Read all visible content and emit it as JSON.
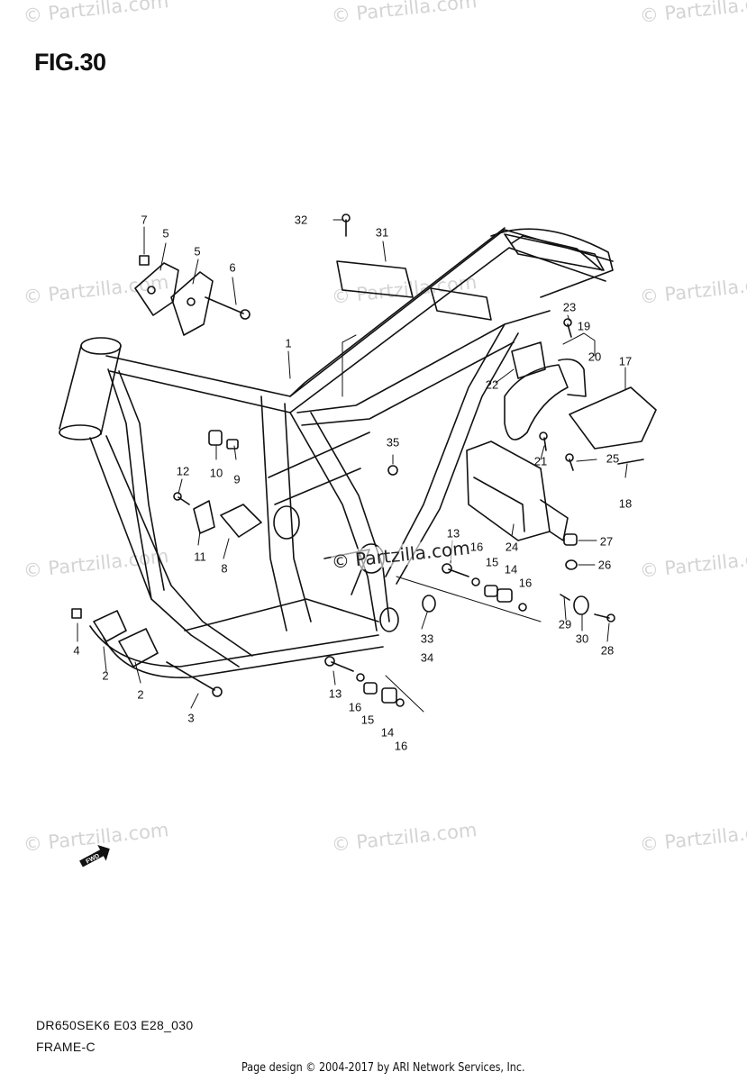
{
  "figure": {
    "title": "FIG.30"
  },
  "watermark": {
    "text": "© Partzilla.com"
  },
  "center_watermark": {
    "text": "© Partzilla.com"
  },
  "callouts": {
    "c1": "1",
    "c2a": "2",
    "c2b": "2",
    "c3": "3",
    "c4": "4",
    "c5a": "5",
    "c5b": "5",
    "c6": "6",
    "c7": "7",
    "c8": "8",
    "c9": "9",
    "c10": "10",
    "c11": "11",
    "c12": "12",
    "c13a": "13",
    "c13b": "13",
    "c14a": "14",
    "c14b": "14",
    "c15a": "15",
    "c15b": "15",
    "c16a": "16",
    "c16b": "16",
    "c16c": "16",
    "c16d": "16",
    "c17": "17",
    "c18": "18",
    "c19": "19",
    "c20": "20",
    "c21": "21",
    "c22": "22",
    "c23": "23",
    "c24": "24",
    "c25": "25",
    "c26": "26",
    "c27": "27",
    "c28": "28",
    "c29": "29",
    "c30": "30",
    "c31": "31",
    "c32": "32",
    "c33": "33",
    "c34": "34",
    "c35": "35"
  },
  "fwd_label": "FWD",
  "footer": {
    "model_code": "DR650SEK6 E03 E28_030",
    "section": "FRAME-C",
    "copyright": "Page design © 2004-2017 by ARI Network Services, Inc."
  }
}
